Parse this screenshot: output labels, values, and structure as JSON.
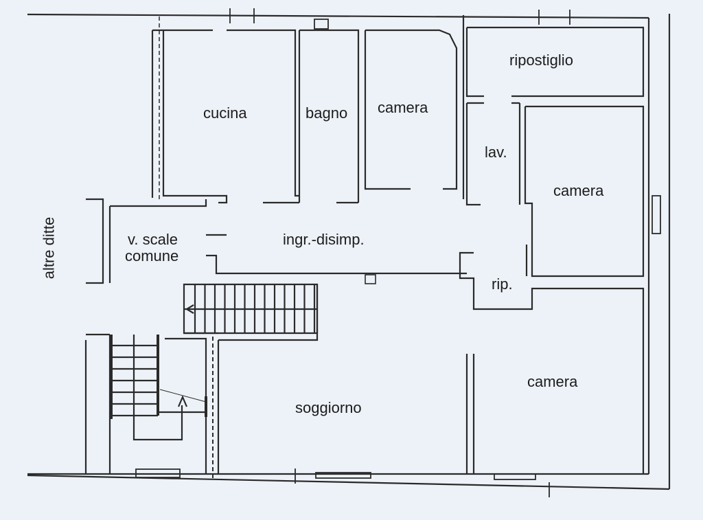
{
  "labels": {
    "cucina": "cucina",
    "bagno": "bagno",
    "camera_1": "camera",
    "ripostiglio": "ripostiglio",
    "lav": "lav.",
    "camera_2": "camera",
    "scale_1": "v. scale",
    "scale_2": "comune",
    "ingresso": "ingr.-disimp.",
    "rip": "rip.",
    "camera_3": "camera",
    "soggiorno": "soggiorno",
    "altre_ditte": "altre ditte"
  }
}
